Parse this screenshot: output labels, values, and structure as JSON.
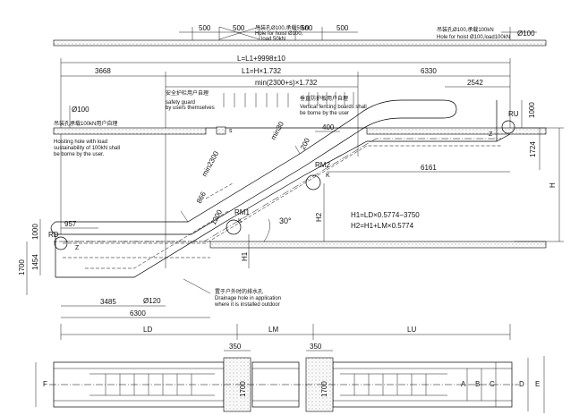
{
  "top_dims": {
    "d500_a": "500",
    "d500_b": "500",
    "d500_c": "500",
    "d500_d": "500",
    "hoist_cn": "吊装孔Ø100,承载50kN",
    "hoist_en1": "Hole for hoist Ø100,",
    "hoist_en2": "load 50kN",
    "hoist_right_cn": "吊装孔Ø100,承载100kN",
    "hoist_right_en": "Hole for hoist Ø100,load100kN",
    "phi100_top": "Ø100"
  },
  "length_dims": {
    "L": "L=L1+9998±10",
    "L1": "L1=H×1.732",
    "d3668": "3668",
    "d6330": "6330",
    "min_len": "min(2300+s)×1.732",
    "d2542": "2542",
    "d6161": "6161",
    "d3485": "3485",
    "d6300": "6300",
    "d957": "957",
    "d400": "400"
  },
  "notes": {
    "safety_cn": "安全护栏用户自理",
    "safety_en1": "safety guard",
    "safety_en2": "by users themselves",
    "fence_cn": "垂直防护板用户自理",
    "fence_en1": "Vertical fencing boards shall",
    "fence_en2": "be borne by the user",
    "hoist_left_cn": "吊装孔承载100kN用户自理",
    "hoist_left_en1": "Hoisting hole with load",
    "hoist_left_en2": "sustainability of 100kN shall",
    "hoist_left_en3": "be borne by the user.",
    "drain_cn": "置于户外时的排水孔",
    "drain_en1": "Drainage hole in application",
    "drain_en2": "where it is installed outdoor",
    "h1_formula": "H1=LD×0.5774−3750",
    "h2_formula": "H2=H1+LM×0.5774"
  },
  "labels": {
    "phi100_left": "Ø100",
    "phi120": "Ø120",
    "angle": "30°",
    "min2300": "min2300",
    "rm1": "RM1",
    "rm2": "RM2",
    "k1": "K",
    "k2": "K",
    "ru": "RU",
    "rd": "RD",
    "z1": "Z",
    "z2": "Z",
    "s": "s",
    "d866": "866",
    "d1200": "1200",
    "d200": "200",
    "min30": "min30",
    "h1": "H1",
    "h2": "H2",
    "h": "H",
    "d1000_r": "1000",
    "d1724": "1724",
    "d1000_l": "1000",
    "d1454": "1454",
    "d1700_l": "1700",
    "ld": "LD",
    "lm": "LM",
    "lu": "LU"
  },
  "plan": {
    "d350_a": "350",
    "d350_b": "350",
    "d1700_a": "1700",
    "d1700_b": "1700",
    "F": "F",
    "A": "A",
    "B": "B",
    "C": "C",
    "D": "D",
    "E": "E"
  }
}
